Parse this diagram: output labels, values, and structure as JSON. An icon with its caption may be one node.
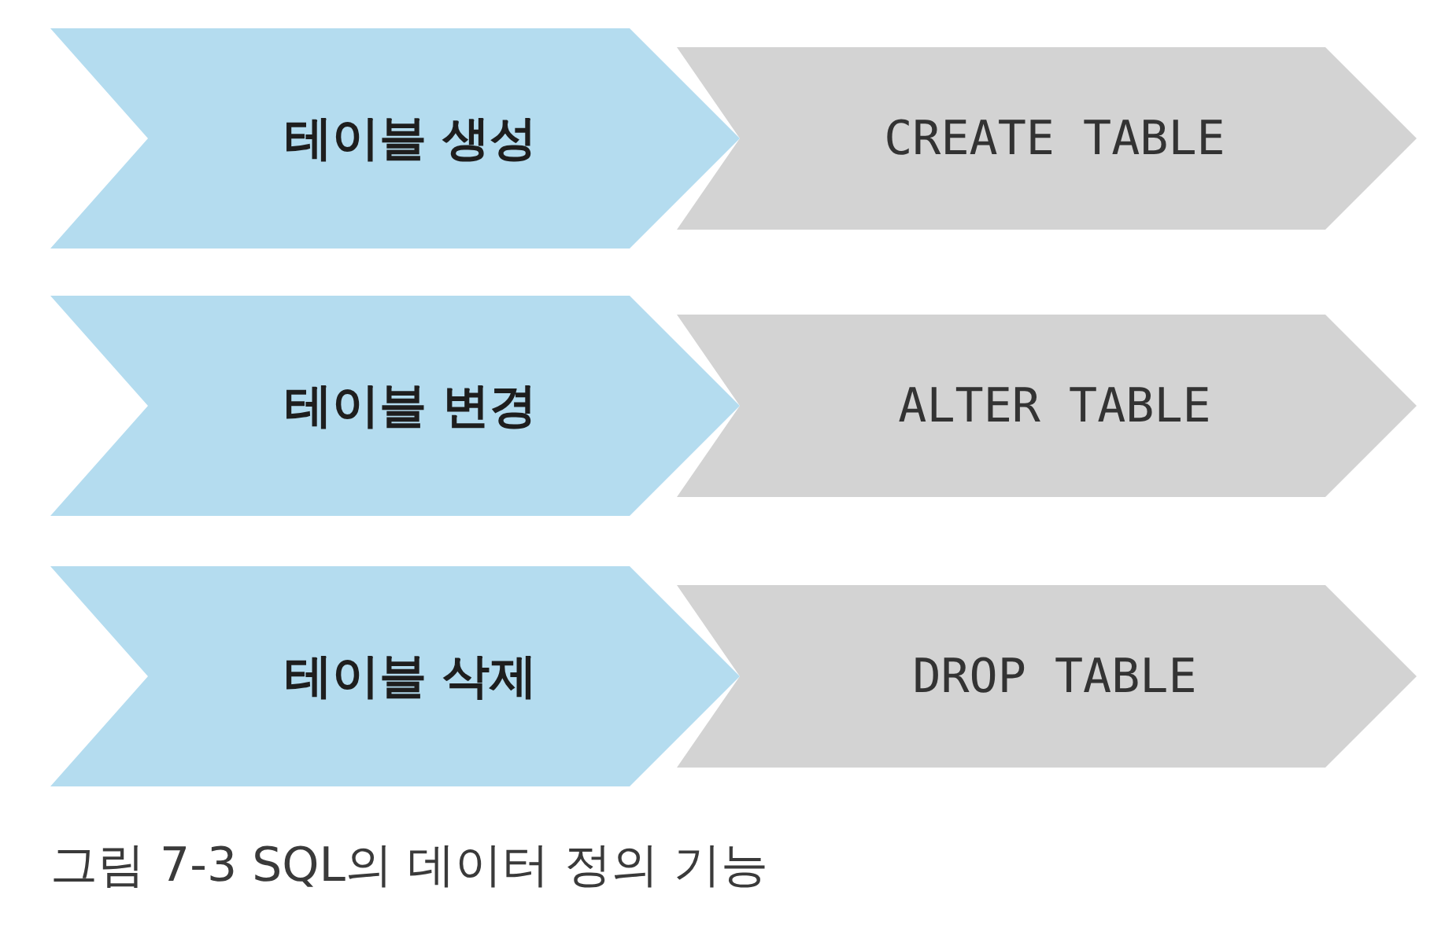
{
  "diagram": {
    "caption": "그림 7-3 SQL의 데이터 정의 기능",
    "nodes": [
      {
        "text": [
          "테이블 생성"
        ]
      },
      {
        "text": [
          "CREATE TABLE"
        ]
      },
      {
        "text": [
          "테이블 변경"
        ]
      },
      {
        "text": [
          "ALTER TABLE"
        ]
      },
      {
        "text": [
          "테이블 삭제"
        ]
      },
      {
        "text": [
          "DROP TABLE"
        ]
      }
    ]
  }
}
